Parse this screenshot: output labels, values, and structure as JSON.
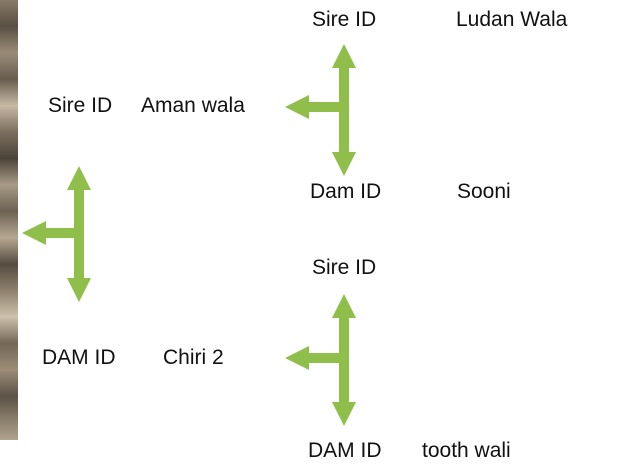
{
  "labels": {
    "top_sire_id": "Sire ID",
    "top_sire_name": "Ludan Wala",
    "sire_id": "Sire ID",
    "sire_name": "Aman wala",
    "top_dam_id": "Dam ID",
    "top_dam_name": "Sooni",
    "bottom_sire_id": "Sire ID",
    "dam_id": "DAM ID",
    "dam_name": "Chiri 2",
    "bottom_dam_id": "DAM ID",
    "bottom_dam_name": "tooth wali"
  },
  "colors": {
    "arrow": "#8fbf4a",
    "text": "#111111"
  }
}
